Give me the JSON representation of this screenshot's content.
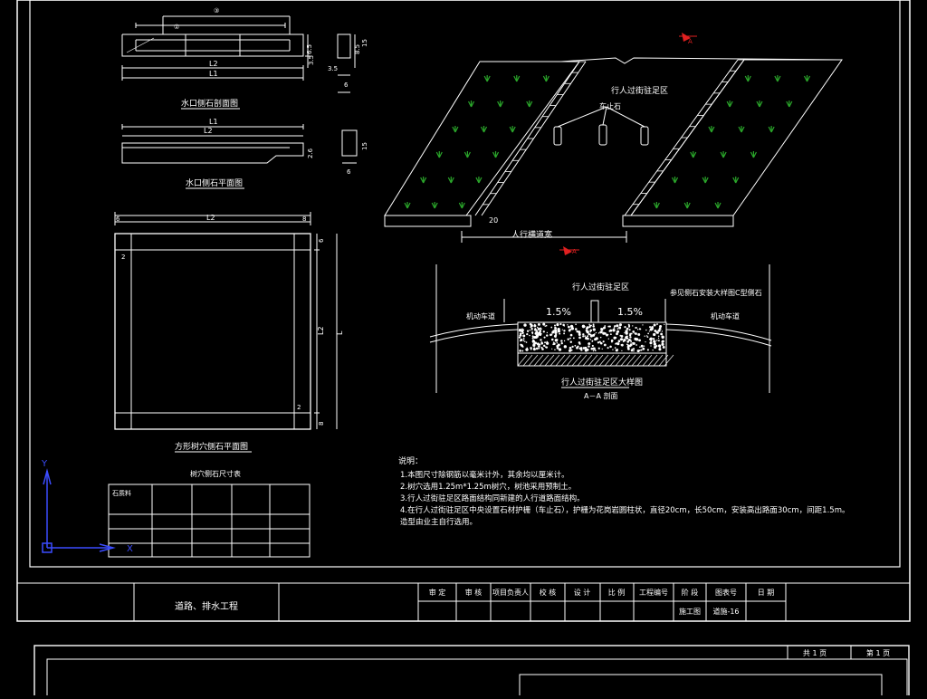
{
  "colors": {
    "background": "#000000",
    "line": "#ffffff",
    "grass": "#2aa52a",
    "marker": "#e02020",
    "axis": "#3b4cff"
  },
  "drawing": {
    "drop_inlet_section_title": "水口侧石剖面图",
    "drop_inlet_plan_title": "水口侧石平面图",
    "square_pit_plan_title": "方形树穴侧石平面图",
    "table_title": "树穴侧石尺寸表",
    "table_header": "石质料",
    "dims": {
      "l1": "L1",
      "l2": "L2",
      "l": "L",
      "d6": "6",
      "d8": "8",
      "d15": "15",
      "d2": "2",
      "d20": "20",
      "d35a": "3.5",
      "d35b": "3.5",
      "d65": "6.5",
      "d85": "8.5",
      "d26": "2.6",
      "c1": "①",
      "c3": "③"
    },
    "plaza_label": "行人过街驻足区",
    "bollard_label": "车止石",
    "crosswalk_width_label": "人行横道宽",
    "section_marker": "A",
    "section": {
      "title_top": "行人过街驻足区",
      "slope_left": "1.5%",
      "slope_right": "1.5%",
      "left_lane": "机动车道",
      "right_lane": "机动车道",
      "curb_note": "参见侧石安装大样图C型侧石",
      "caption": "行人过街驻足区大样图",
      "caption_sub": "A－A 剖面"
    },
    "notes_title": "说明：",
    "notes": [
      "1.本图尺寸除钢筋以毫米计外，其余均以厘米计。",
      "2.树穴选用1.25m*1.25m树穴，树池采用预制土。",
      "3.行人过街驻足区路面结构同新建的人行道路面结构。",
      "4.在行人过街驻足区中央设置石材护栅（车止石），护栅为花岗岩圆柱状，直径20cm，长50cm，安装高出路面30cm，间距1.5m。",
      "   造型由业主自行选用。"
    ],
    "axes": {
      "y": "Y",
      "x": "X"
    }
  },
  "title_block": {
    "project": "道路、排水工程",
    "headers": [
      "审 定",
      "审 核",
      "项目负责人",
      "校 核",
      "设 计",
      "比 例",
      "工程编号",
      "阶 段",
      "图表号",
      "日 期"
    ],
    "stage_value": "施工图",
    "sheet_value": "道施-16"
  },
  "next_sheet": {
    "total_pages": "共 1 页",
    "page": "第 1 页"
  }
}
